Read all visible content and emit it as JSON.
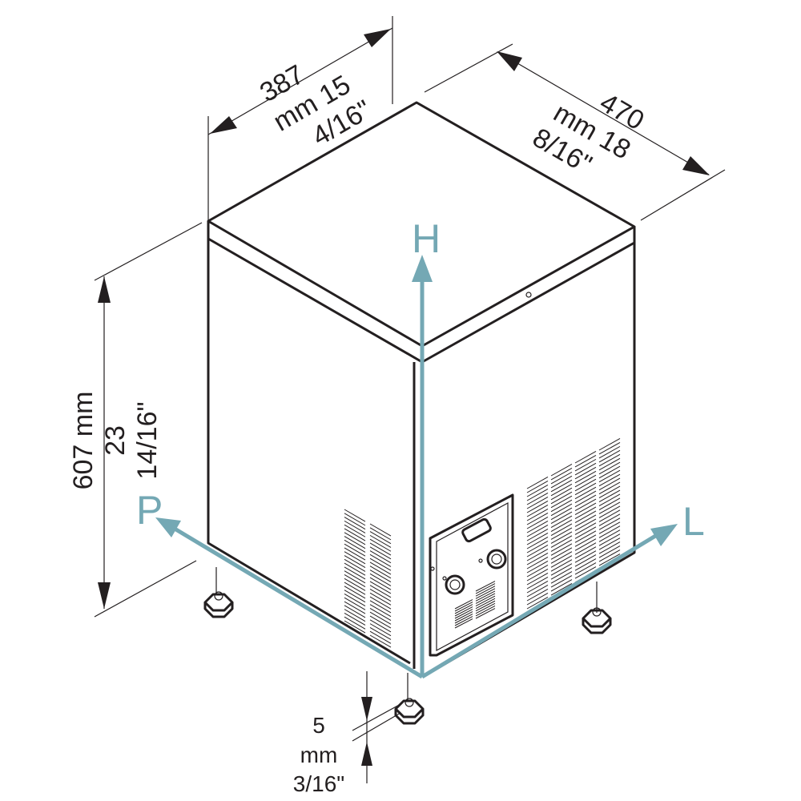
{
  "dimensions": {
    "depth": {
      "line1": "387",
      "line2": "mm 15",
      "line3": "4/16\""
    },
    "width": {
      "line1": "470",
      "line2": "mm 18",
      "line3": "8/16\""
    },
    "height": {
      "line1": "607 mm",
      "line2": "23",
      "line3": "14/16\""
    },
    "feet": {
      "line1": "5",
      "line2": "mm",
      "line3": "3/16\""
    }
  },
  "axes": {
    "height": "H",
    "depth": "P",
    "length": "L"
  },
  "colors": {
    "axis": "#74a8b4",
    "outline": "#231f20"
  }
}
